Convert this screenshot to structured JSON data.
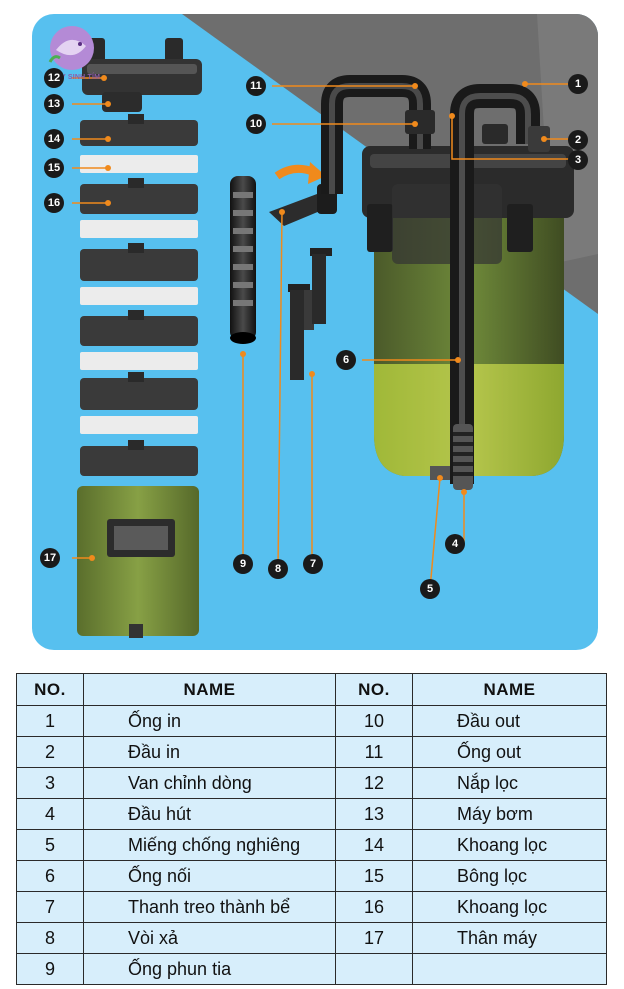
{
  "brand": {
    "logo_text": "THỦY SINH TÍM",
    "colors": {
      "panel": "#57c0ef",
      "accent_line": "#f08a1c",
      "body_green": "#6f8a3a",
      "table_bg": "#d7eefb"
    }
  },
  "callouts": {
    "c1": "1",
    "c2": "2",
    "c3": "3",
    "c4": "4",
    "c5": "5",
    "c6": "6",
    "c7": "7",
    "c8": "8",
    "c9": "9",
    "c10": "10",
    "c11": "11",
    "c12": "12",
    "c13": "13",
    "c14": "14",
    "c15": "15",
    "c16": "16",
    "c17": "17"
  },
  "table": {
    "headers": {
      "no": "NO.",
      "name": "NAME",
      "no2": "NO.",
      "name2": "NAME"
    },
    "rows": [
      {
        "no": "1",
        "name": "Ống in",
        "no2": "10",
        "name2": "Đầu out"
      },
      {
        "no": "2",
        "name": "Đầu in",
        "no2": "11",
        "name2": "Ống out"
      },
      {
        "no": "3",
        "name": "Van chỉnh dòng",
        "no2": "12",
        "name2": "Nắp lọc"
      },
      {
        "no": "4",
        "name": "Đầu hút",
        "no2": "13",
        "name2": "Máy bơm"
      },
      {
        "no": "5",
        "name": "Miếng chống nghiêng",
        "no2": "14",
        "name2": "Khoang lọc"
      },
      {
        "no": "6",
        "name": "Ống nối",
        "no2": "15",
        "name2": "Bông lọc"
      },
      {
        "no": "7",
        "name": "Thanh treo thành bể",
        "no2": "16",
        "name2": "Khoang lọc"
      },
      {
        "no": "8",
        "name": "Vòi xả",
        "no2": "17",
        "name2": "Thân máy"
      },
      {
        "no": "9",
        "name": "Ống phun tia",
        "no2": "",
        "name2": ""
      }
    ]
  }
}
